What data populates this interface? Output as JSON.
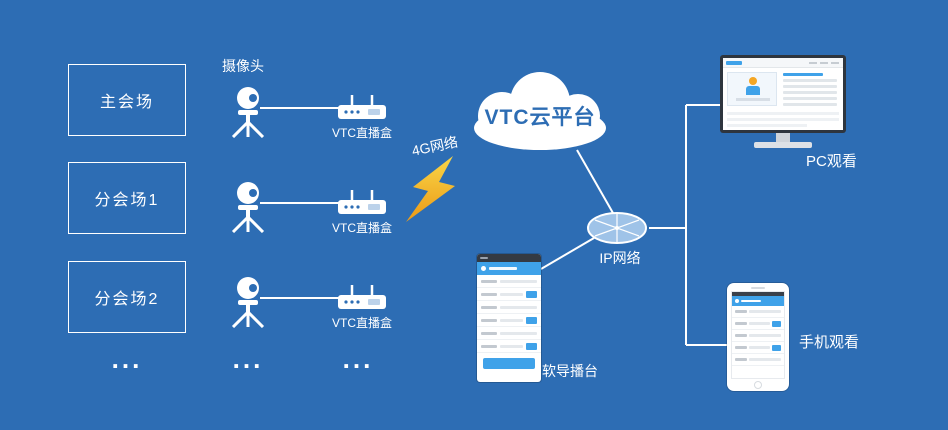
{
  "colors": {
    "background": "#2d6db4",
    "line": "#ffffff",
    "lightning_top": "#f9d648",
    "lightning_bottom": "#ec9a16",
    "cloud_text": "#2d6db4",
    "device_accent": "#3fa2e9"
  },
  "venues": {
    "items": [
      {
        "label": "主会场"
      },
      {
        "label": "分会场1"
      },
      {
        "label": "分会场2"
      }
    ],
    "ellipsis": "..."
  },
  "camera": {
    "label": "摄像头"
  },
  "router": {
    "label": "VTC直播盒"
  },
  "network": {
    "lightning_label": "4G网络",
    "cloud_label": "VTC云平台",
    "ip_label": "IP网络"
  },
  "devices": {
    "director_label": "软导播台",
    "pc_label": "PC观看",
    "mobile_label": "手机观看"
  }
}
